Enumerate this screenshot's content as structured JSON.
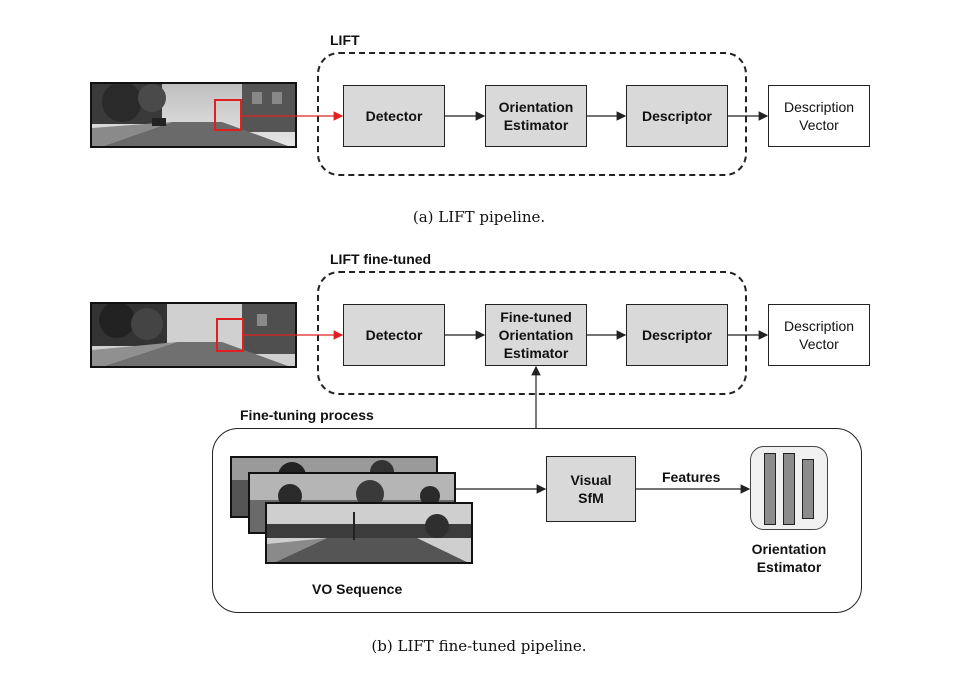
{
  "panel_a": {
    "group_label": "LIFT",
    "detector": "Detector",
    "orientation": "Orientation\nEstimator",
    "descriptor": "Descriptor",
    "output": "Description\nVector",
    "caption": "(a) LIFT pipeline."
  },
  "panel_b": {
    "group_label": "LIFT fine-tuned",
    "detector": "Detector",
    "orientation": "Fine-tuned\nOrientation\nEstimator",
    "descriptor": "Descriptor",
    "output": "Description\nVector",
    "process_label": "Fine-tuning process",
    "sfm": "Visual\nSfM",
    "features_label": "Features",
    "estimator_label": "Orientation\nEstimator",
    "sequence_label": "VO Sequence",
    "caption": "(b) LIFT fine-tuned pipeline."
  },
  "colors": {
    "block_fill": "#d9d9d9",
    "highlight": "#e02020",
    "bar_fill": "#8c8c8c"
  }
}
